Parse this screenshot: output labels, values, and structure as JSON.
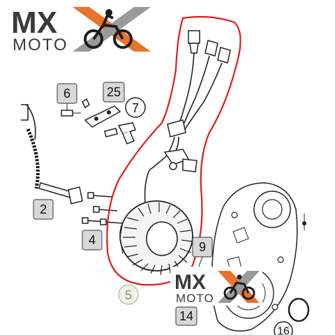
{
  "logo": {
    "top": {
      "line1": "MX",
      "line2": "MOTO"
    },
    "bottom": {
      "line1": "MX",
      "line2": "MOTO"
    },
    "colors": {
      "text": "#3a3a3a",
      "x_orange": "#e8742a",
      "x_gray": "#9a9a9a"
    }
  },
  "callouts": [
    {
      "id": "2",
      "label": "2",
      "style": "box"
    },
    {
      "id": "4",
      "label": "4",
      "style": "box"
    },
    {
      "id": "5",
      "label": "5",
      "style": "faded"
    },
    {
      "id": "6",
      "label": "6",
      "style": "box"
    },
    {
      "id": "7",
      "label": "7",
      "style": "circle"
    },
    {
      "id": "9",
      "label": "9",
      "style": "box"
    },
    {
      "id": "14",
      "label": "14",
      "style": "box"
    },
    {
      "id": "16",
      "label": "16",
      "style": "circle"
    },
    {
      "id": "25",
      "label": "25",
      "style": "box"
    }
  ],
  "highlight": {
    "color": "#e21b1b",
    "target": "stator-with-wiring-harness"
  }
}
